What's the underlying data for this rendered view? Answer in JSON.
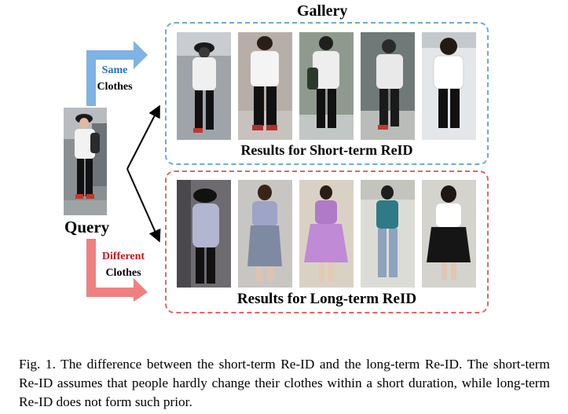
{
  "gallery_title": "Gallery",
  "query_label": "Query",
  "same_arrow": {
    "line1": "Same",
    "line2": "Clothes",
    "color": "#1f6fbf",
    "arrow_color": "#7fb2e5"
  },
  "different_arrow": {
    "line1": "Different",
    "line2": "Clothes",
    "color": "#d0121b",
    "arrow_color": "#f08080"
  },
  "short_term": {
    "caption": "Results for Short-term ReID",
    "border_color": "#6fa8dc"
  },
  "long_term": {
    "caption": "Results for Long-term ReID",
    "border_color": "#e06666"
  },
  "figure_caption": "Fig. 1.  The difference between the short-term Re-ID and the long-term Re-ID. The short-term Re-ID assumes that people hardly change their clothes within a short duration, while long-term Re-ID does not form such prior."
}
